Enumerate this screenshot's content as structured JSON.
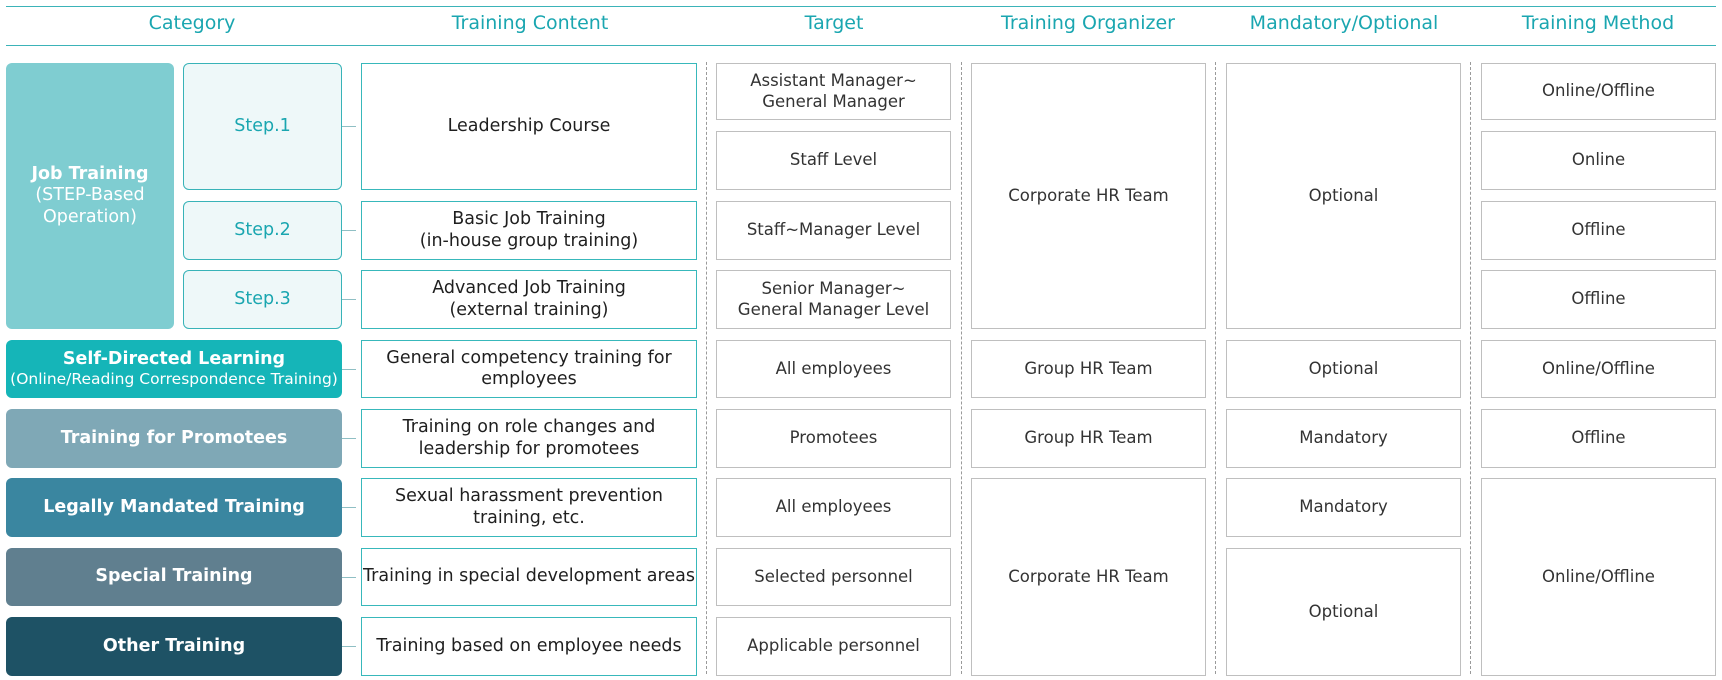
{
  "headers": {
    "category": "Category",
    "content": "Training Content",
    "target": "Target",
    "organizer": "Training Organizer",
    "mandatory": "Mandatory/Optional",
    "method": "Training Method"
  },
  "categories": {
    "job_line1": "Job Training",
    "job_line2": "(STEP-Based",
    "job_line3": "Operation)",
    "sdl_line1": "Self-Directed Learning",
    "sdl_line2": "(Online/Reading Correspondence Training)",
    "promotees": "Training for Promotees",
    "legal": "Legally Mandated Training",
    "special": "Special Training",
    "other": "Other Training"
  },
  "steps": [
    "Step.1",
    "Step.2",
    "Step.3"
  ],
  "content": {
    "leadership": "Leadership Course",
    "basic_1": "Basic Job Training",
    "basic_2": "(in-house group training)",
    "advanced_1": "Advanced Job Training",
    "advanced_2": "(external training)",
    "general_1": "General competency training for",
    "general_2": "employees",
    "role_1": "Training on role changes and",
    "role_2": "leadership for promotees",
    "harass_1": "Sexual harassment prevention",
    "harass_2": "training, etc.",
    "special": "Training in special development areas",
    "needs": "Training based on employee needs"
  },
  "targets": {
    "t1_1": "Assistant Manager~",
    "t1_2": "General Manager",
    "t2": "Staff Level",
    "t3": "Staff~Manager Level",
    "t4_1": "Senior Manager~",
    "t4_2": "General Manager Level",
    "t5": "All employees",
    "t6": "Promotees",
    "t7": "All employees",
    "t8": "Selected personnel",
    "t9": "Applicable personnel"
  },
  "organizers": {
    "o1": "Corporate HR Team",
    "o2": "Group HR Team",
    "o3": "Group HR Team",
    "o4": "Corporate HR Team"
  },
  "mandatory": {
    "m1": "Optional",
    "m2": "Optional",
    "m3": "Mandatory",
    "m4": "Mandatory",
    "m5": "Optional"
  },
  "methods": {
    "r1": "Online/Offline",
    "r2": "Online",
    "r3": "Offline",
    "r4": "Offline",
    "r5": "Online/Offline",
    "r6": "Offline",
    "r7": "Online/Offline"
  },
  "colors": {
    "accent": "#1aa6b0",
    "job": "#7fcdd1",
    "self_directed": "#15b5b8",
    "promotees": "#7fa8b6",
    "legal": "#3a86a0",
    "special": "#607f8f",
    "other": "#1e5265"
  }
}
